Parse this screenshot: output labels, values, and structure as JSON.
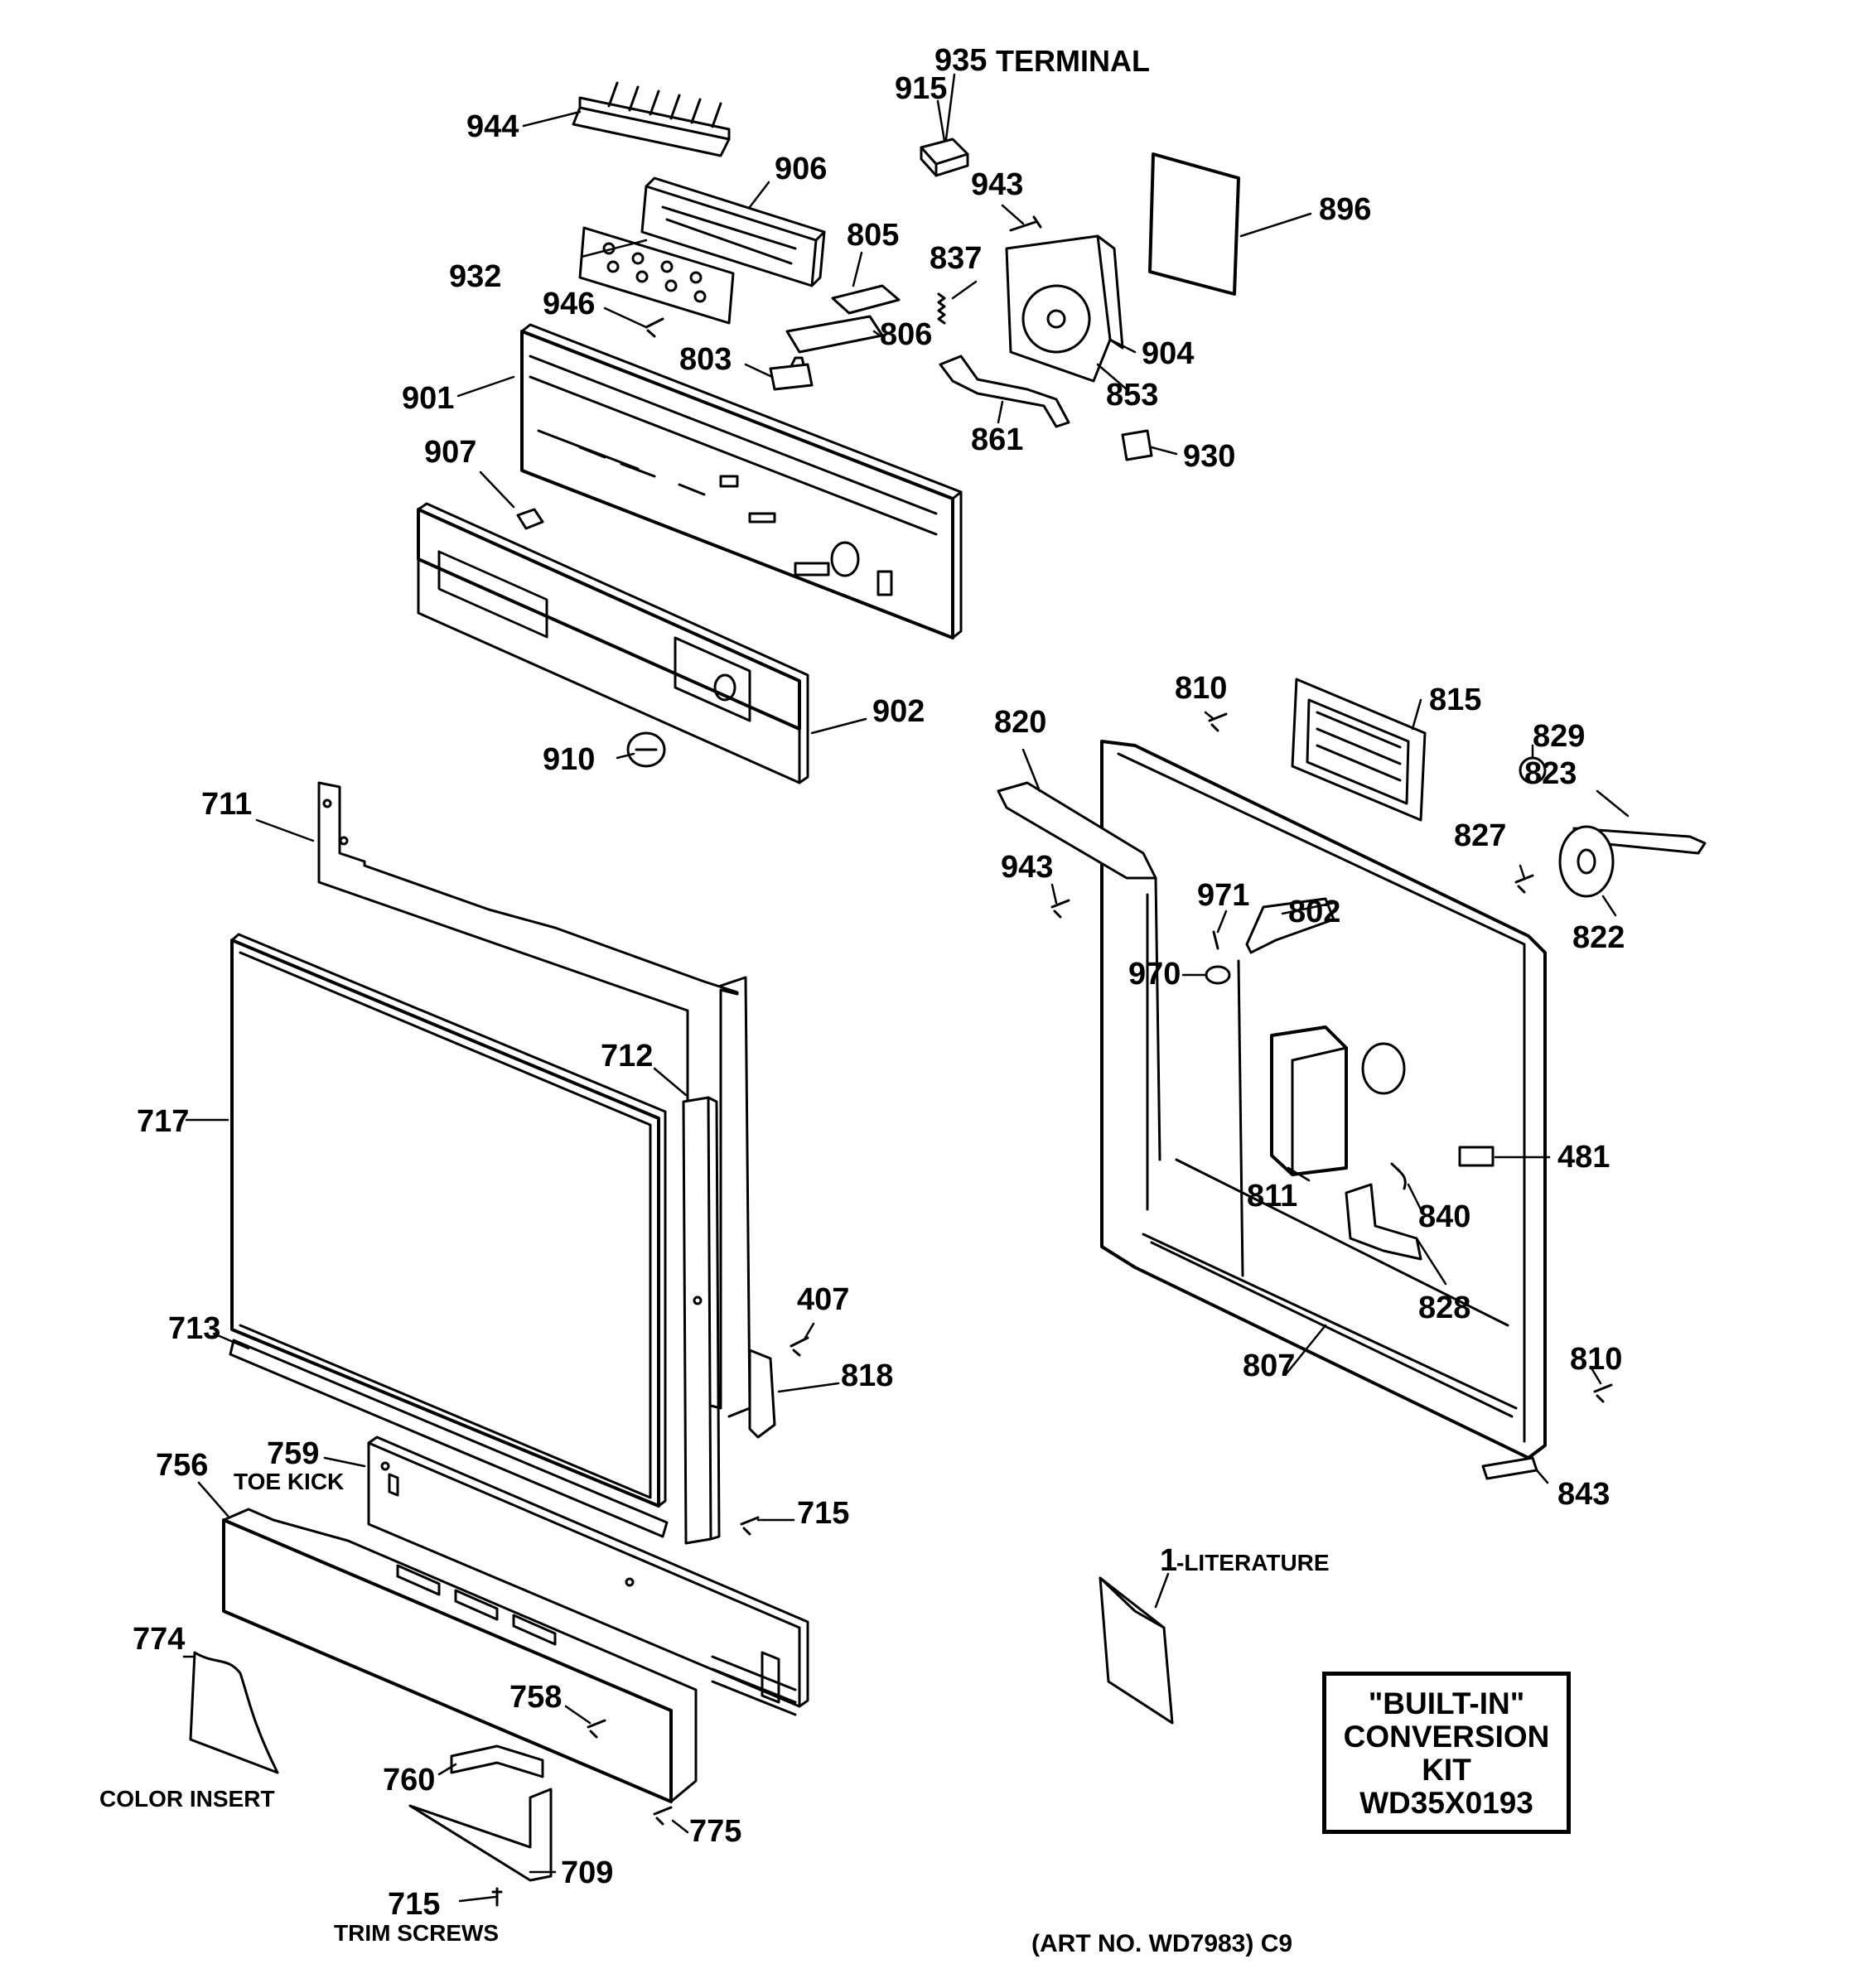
{
  "callouts": {
    "c944": "944",
    "c935": "935",
    "c935_text": "TERMINAL",
    "c915": "915",
    "c906": "906",
    "c943a": "943",
    "c896": "896",
    "c805": "805",
    "c837": "837",
    "c932": "932",
    "c946": "946",
    "c806": "806",
    "c803": "803",
    "c904": "904",
    "c901": "901",
    "c853": "853",
    "c861": "861",
    "c930": "930",
    "c907": "907",
    "c902": "902",
    "c910": "910",
    "c810a": "810",
    "c815": "815",
    "c820": "820",
    "c829": "829",
    "c823": "823",
    "c827": "827",
    "c943b": "943",
    "c971": "971",
    "c802": "802",
    "c822": "822",
    "c970": "970",
    "c711": "711",
    "c712": "712",
    "c717": "717",
    "c811": "811",
    "c481": "481",
    "c840": "840",
    "c828": "828",
    "c407": "407",
    "c713": "713",
    "c818": "818",
    "c807": "807",
    "c810b": "810",
    "c759": "759",
    "c759_text": "TOE KICK",
    "c756": "756",
    "c715a": "715",
    "c843": "843",
    "c1": "1",
    "c1_text": "-LITERATURE",
    "c774": "774",
    "c758": "758",
    "c760": "760",
    "c775": "775",
    "c709": "709",
    "c715b": "715",
    "c715b_text": "TRIM SCREWS",
    "color_insert": "COLOR INSERT"
  },
  "kit_box": {
    "line1": "\"BUILT-IN\"",
    "line2": "CONVERSION",
    "line3": "KIT",
    "line4": "WD35X0193"
  },
  "art_number": "(ART NO. WD7983) C9"
}
